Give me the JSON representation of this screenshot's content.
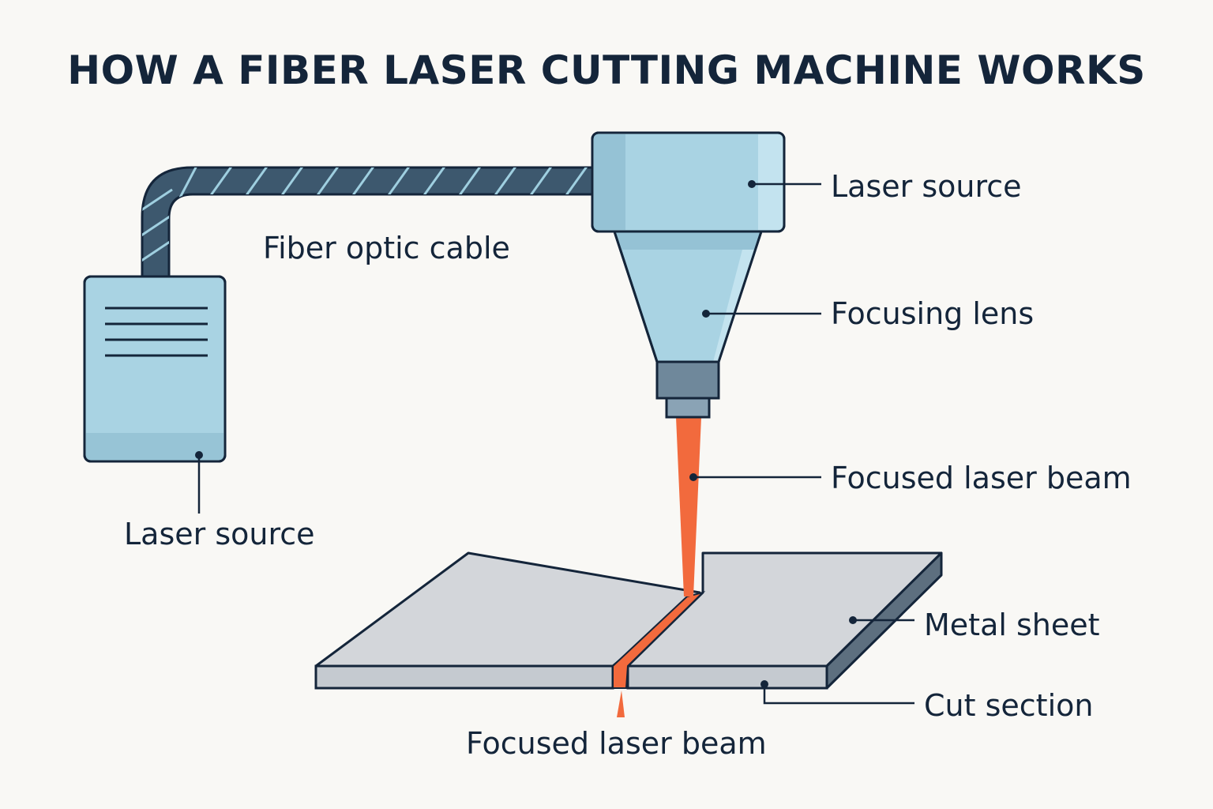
{
  "title": "HOW A FIBER LASER CUTTING MACHINE WORKS",
  "labels": {
    "fiber_optic_cable": "Fiber optic cable",
    "laser_source_left": "Laser source",
    "laser_source_head": "Laser source",
    "focusing_lens": "Focusing lens",
    "focused_laser_beam_right": "Focused laser beam",
    "metal_sheet": "Metal sheet",
    "cut_section": "Cut section",
    "focused_laser_beam_bottom": "Focused laser beam"
  },
  "colors": {
    "background": "#f9f8f5",
    "outline": "#14253a",
    "component_blue": "#a9d3e3",
    "cable_dark": "#3d586e",
    "cable_stripe": "#9fcfe0",
    "metal_gray": "#d3d6da",
    "laser_orange": "#f26a3d"
  }
}
